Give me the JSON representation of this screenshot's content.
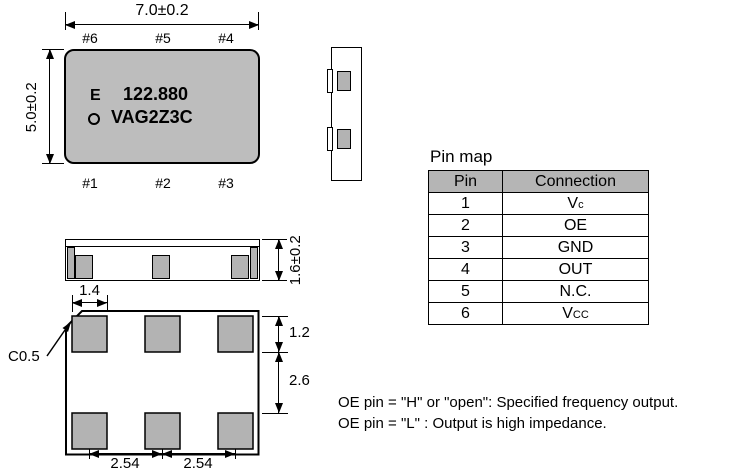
{
  "colors": {
    "package_fill": "#bdbdbd",
    "pad_fill": "#b3b3b3",
    "table_header_fill": "#b5b5b5"
  },
  "top_view": {
    "width_dim": "7.0±0.2",
    "height_dim": "5.0±0.2",
    "pins_top": [
      "#6",
      "#5",
      "#4"
    ],
    "pins_bottom": [
      "#1",
      "#2",
      "#3"
    ],
    "marking": {
      "grade": "E",
      "frequency": "122.880",
      "model": "VAG2Z3C"
    }
  },
  "side_view": {
    "thickness_dim": "1.6±0.2"
  },
  "bottom_view": {
    "pad_width_dim": "1.4",
    "chamfer_label": "C0.5",
    "pad_height_dim": "1.2",
    "pad_gap_dim": "2.6",
    "pitch_dims": [
      "2.54",
      "2.54"
    ]
  },
  "pin_map": {
    "title": "Pin map",
    "headers": {
      "pin": "Pin",
      "connection": "Connection"
    },
    "rows": [
      {
        "pin": "1",
        "connection": "V",
        "sub": "c"
      },
      {
        "pin": "2",
        "connection": "OE",
        "sub": ""
      },
      {
        "pin": "3",
        "connection": "GND",
        "sub": ""
      },
      {
        "pin": "4",
        "connection": "OUT",
        "sub": ""
      },
      {
        "pin": "5",
        "connection": "N.C.",
        "sub": ""
      },
      {
        "pin": "6",
        "connection": "V",
        "sub": "CC"
      }
    ]
  },
  "notes": [
    "OE pin = \"H\" or \"open\": Specified frequency output.",
    "OE pin = \"L\" : Output is high impedance."
  ]
}
